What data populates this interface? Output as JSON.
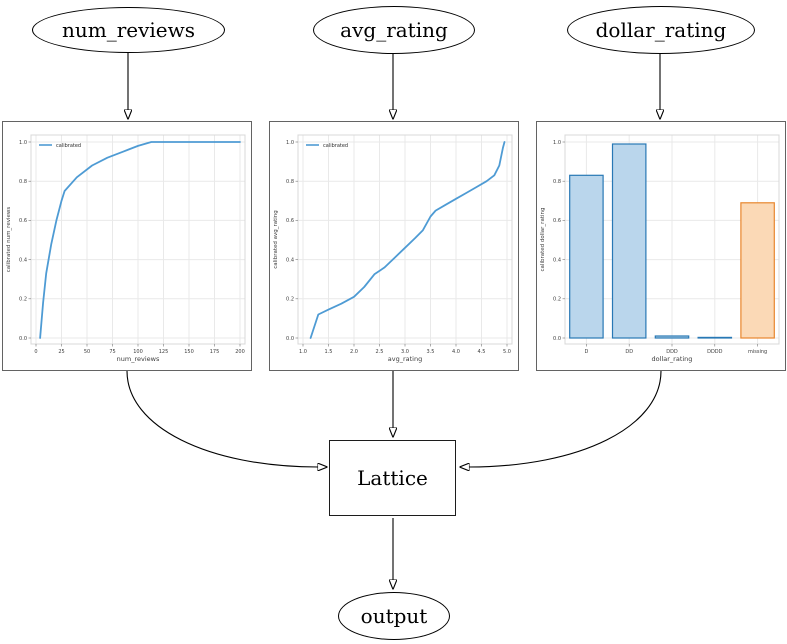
{
  "nodes": {
    "num_reviews": {
      "label": "num_reviews"
    },
    "avg_rating": {
      "label": "avg_rating"
    },
    "dollar_rating": {
      "label": "dollar_rating"
    },
    "lattice": {
      "label": "Lattice"
    },
    "output": {
      "label": "output"
    }
  },
  "colors": {
    "line_blue": "#4e9bd4",
    "bar_blue_edge": "#2878b5",
    "bar_blue_fill": "#bad6ec",
    "bar_orange_edge": "#e8862d",
    "bar_orange_fill": "#fbd9b6",
    "grid": "#e9e9e9",
    "frame": "#d8d8d8",
    "tick_text": "#3d3d3d",
    "edge_black": "#000000"
  },
  "chart_data": [
    {
      "type": "line",
      "title": "",
      "xlabel": "num_reviews",
      "ylabel": "calibrated num_reviews",
      "legend": [
        "calibrated"
      ],
      "legend_position": "upper left",
      "grid": true,
      "line_color": "#4e9bd4",
      "xlim": [
        0,
        200
      ],
      "ylim": [
        0,
        1
      ],
      "xticks": [
        0,
        25,
        50,
        75,
        100,
        125,
        150,
        175,
        200
      ],
      "xtick_labels": [
        "0",
        "25",
        "50",
        "75",
        "100",
        "125",
        "150",
        "175",
        "200"
      ],
      "yticks": [
        0.0,
        0.2,
        0.4,
        0.6,
        0.8,
        1.0
      ],
      "ytick_labels": [
        "0.0",
        "0.2",
        "0.4",
        "0.6",
        "0.8",
        "1.0"
      ],
      "x": [
        4,
        7,
        10,
        15,
        20,
        25,
        28,
        40,
        55,
        70,
        85,
        100,
        113,
        200
      ],
      "y": [
        0.0,
        0.18,
        0.33,
        0.48,
        0.6,
        0.7,
        0.75,
        0.82,
        0.88,
        0.92,
        0.95,
        0.98,
        1.0,
        1.0
      ]
    },
    {
      "type": "line",
      "title": "",
      "xlabel": "avg_rating",
      "ylabel": "calibrated avg_rating",
      "legend": [
        "calibrated"
      ],
      "legend_position": "upper left",
      "grid": true,
      "line_color": "#4e9bd4",
      "xlim": [
        1.0,
        5.0
      ],
      "ylim": [
        0,
        1
      ],
      "xticks": [
        1.0,
        1.5,
        2.0,
        2.5,
        3.0,
        3.5,
        4.0,
        4.5,
        5.0
      ],
      "xtick_labels": [
        "1.0",
        "1.5",
        "2.0",
        "2.5",
        "3.0",
        "3.5",
        "4.0",
        "4.5",
        "5.0"
      ],
      "yticks": [
        0.0,
        0.2,
        0.4,
        0.6,
        0.8,
        1.0
      ],
      "ytick_labels": [
        "0.0",
        "0.2",
        "0.4",
        "0.6",
        "0.8",
        "1.0"
      ],
      "x": [
        1.15,
        1.3,
        1.5,
        1.75,
        2.0,
        2.2,
        2.4,
        2.6,
        2.8,
        3.0,
        3.2,
        3.35,
        3.5,
        3.6,
        3.8,
        4.0,
        4.2,
        4.4,
        4.6,
        4.75,
        4.85,
        4.92,
        4.95
      ],
      "y": [
        0.0,
        0.12,
        0.145,
        0.175,
        0.21,
        0.26,
        0.325,
        0.36,
        0.41,
        0.46,
        0.51,
        0.55,
        0.62,
        0.65,
        0.68,
        0.71,
        0.74,
        0.77,
        0.8,
        0.83,
        0.88,
        0.97,
        1.0
      ]
    },
    {
      "type": "bar",
      "title": "",
      "xlabel": "dollar_rating",
      "ylabel": "calibrated dollar_rating",
      "grid": true,
      "categories": [
        "D",
        "DD",
        "DDD",
        "DDDD",
        "missing"
      ],
      "values": [
        0.83,
        0.99,
        0.01,
        0.003,
        0.69
      ],
      "ylim": [
        0,
        1
      ],
      "yticks": [
        0.0,
        0.2,
        0.4,
        0.6,
        0.8,
        1.0
      ],
      "ytick_labels": [
        "0.0",
        "0.2",
        "0.4",
        "0.6",
        "0.8",
        "1.0"
      ],
      "bar_fill_colors": [
        "#bad6ec",
        "#bad6ec",
        "#bad6ec",
        "#bad6ec",
        "#fbd9b6"
      ],
      "bar_edge_colors": [
        "#2878b5",
        "#2878b5",
        "#2878b5",
        "#2878b5",
        "#e8862d"
      ]
    }
  ]
}
